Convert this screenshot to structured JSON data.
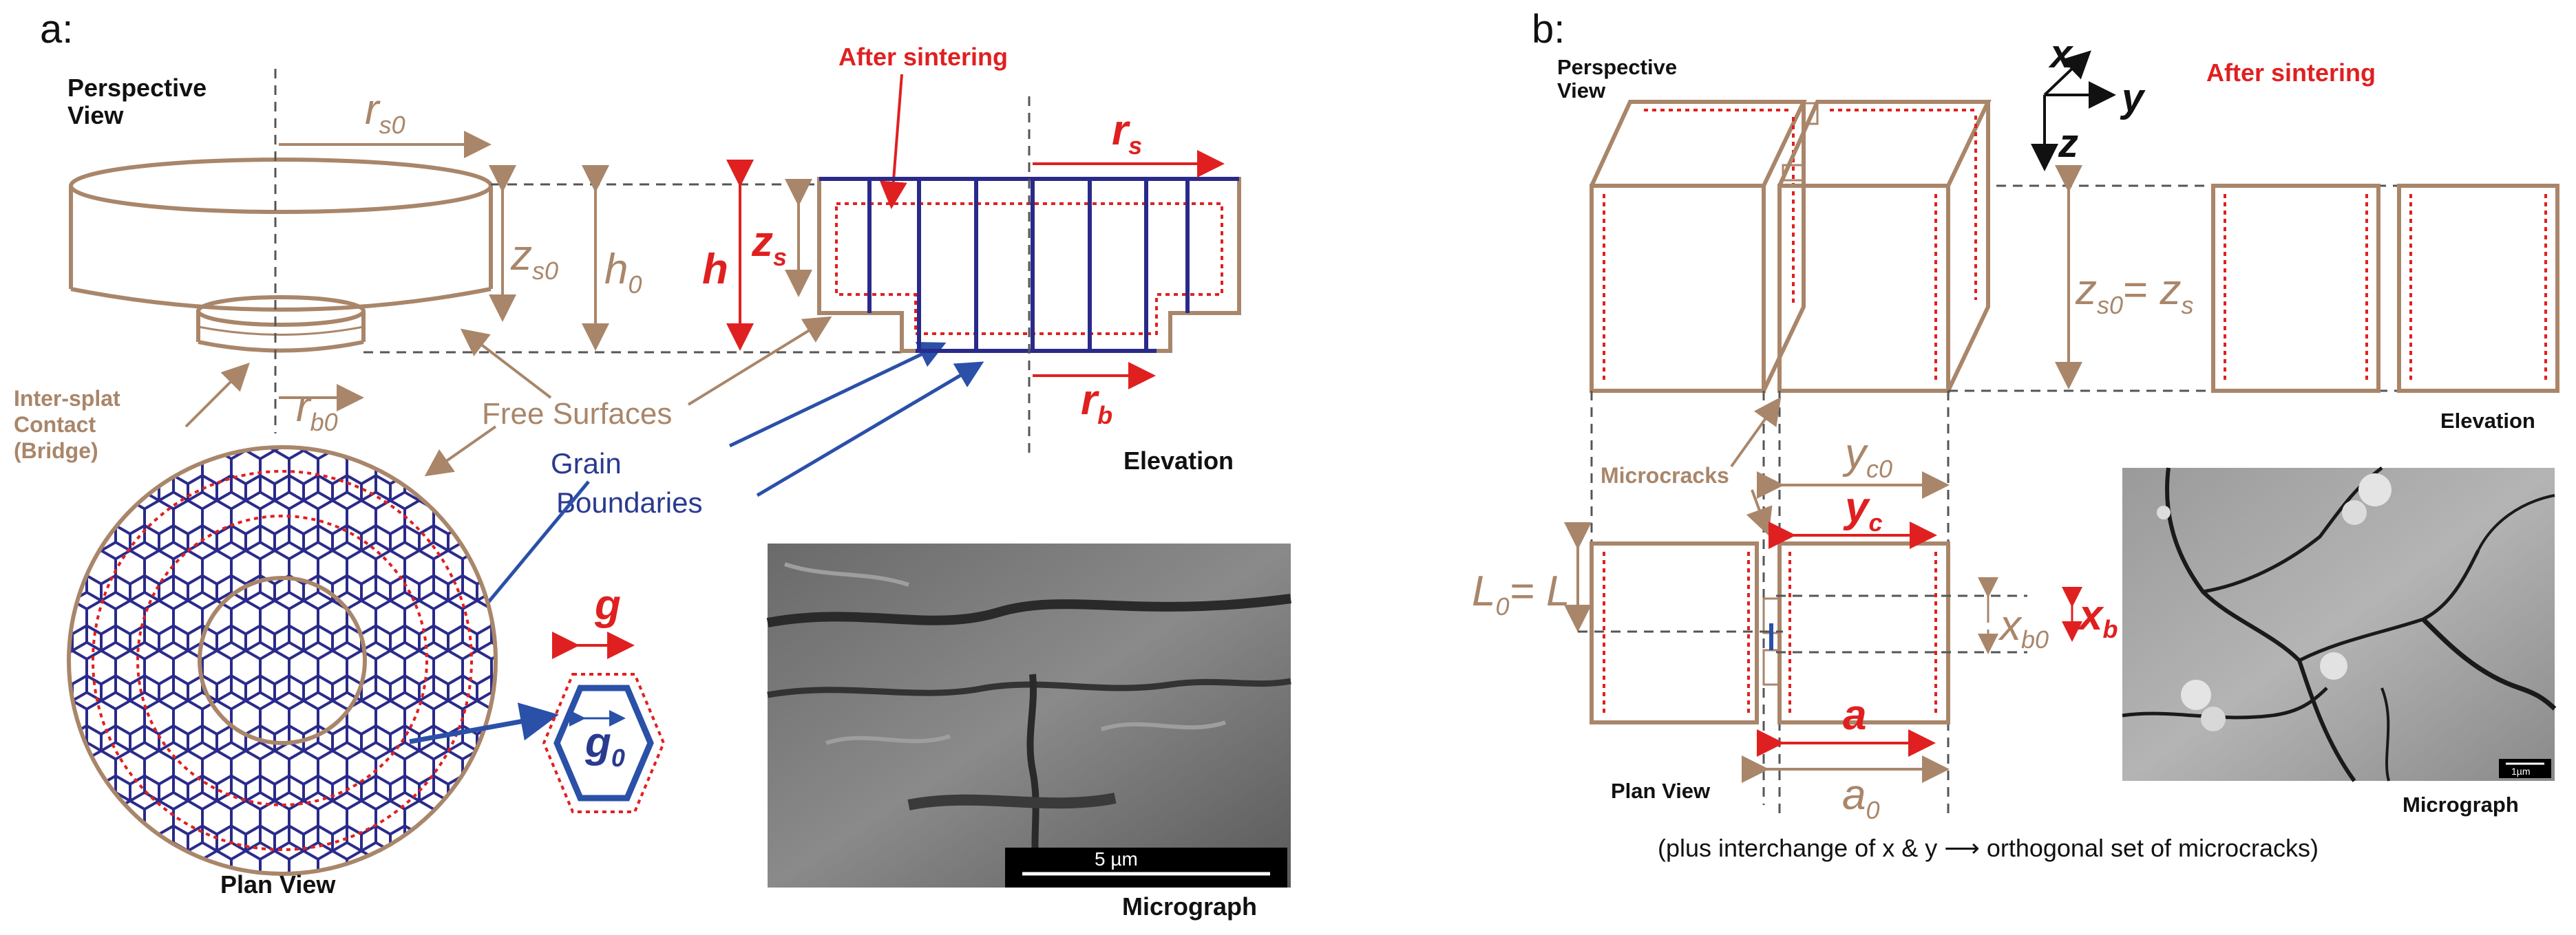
{
  "panel_a": {
    "label": "a:",
    "perspective_view": [
      "Perspective",
      "View"
    ],
    "after_sintering": "After sintering",
    "elevation": "Elevation",
    "plan_view": "Plan View",
    "micrograph": "Micrograph",
    "scale_bar": "5 µm",
    "free_surfaces": "Free Surfaces",
    "grain_boundaries": [
      "Grain",
      "Boundaries"
    ],
    "inter_splat": [
      "Inter-splat",
      "Contact",
      "(Bridge)"
    ],
    "sym": {
      "rs0": "r",
      "rs0_sub": "s0",
      "zs0": "z",
      "zs0_sub": "s0",
      "h0": "h",
      "h0_sub": "0",
      "rb0": "r",
      "rb0_sub": "b0",
      "rs": "r",
      "rs_sub": "s",
      "zs": "z",
      "zs_sub": "s",
      "h": "h",
      "rb": "r",
      "rb_sub": "b",
      "g": "g",
      "g0": "g",
      "g0_sub": "0"
    }
  },
  "panel_b": {
    "label": "b:",
    "perspective_view": [
      "Perspective",
      "View"
    ],
    "after_sintering": "After sintering",
    "elevation": "Elevation",
    "plan_view": "Plan View",
    "micrograph": "Micrograph",
    "scale_bar": "1µm",
    "microcracks": "Microcracks",
    "axes": {
      "x": "x",
      "y": "y",
      "z": "z"
    },
    "sym": {
      "zs0": "z",
      "zs0_sub": "s0",
      "eq": "= ",
      "zs": "z",
      "zs_sub": "s",
      "yc0": "y",
      "yc0_sub": "c0",
      "yc": "y",
      "yc_sub": "c",
      "L0": "L",
      "L0_sub": "0",
      "L_eq": "= L",
      "xb0": "x",
      "xb0_sub": "b0",
      "xb": "x",
      "xb_sub": "b",
      "a": "a",
      "a0": "a",
      "a0_sub": "0"
    },
    "caption": "(plus interchange of x & y ⟶ orthogonal set of microcracks)"
  }
}
